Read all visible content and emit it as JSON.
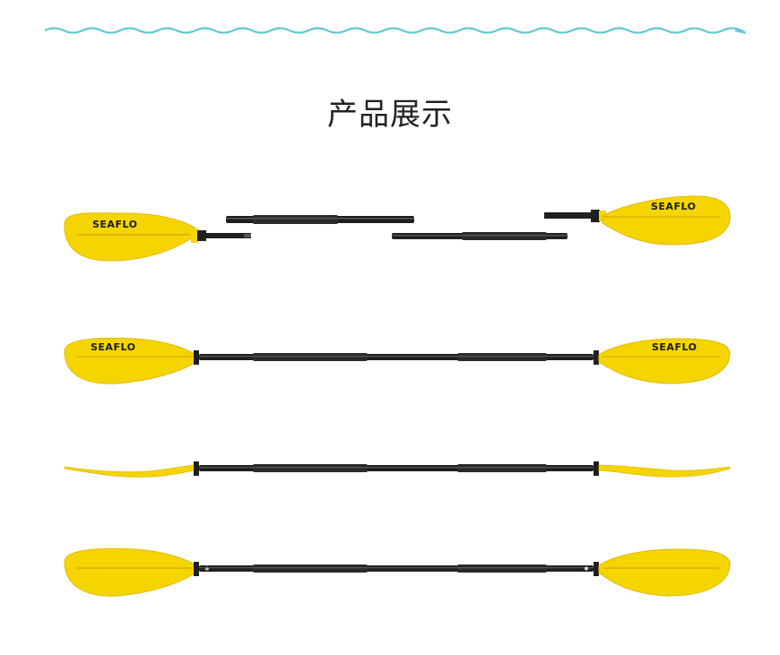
{
  "page": {
    "title": "产品展示"
  },
  "brand": {
    "logo_text": "SEAFLO"
  },
  "colors": {
    "wave": "#62c9d6",
    "blade": "#f5d500",
    "blade_dark": "#e3b800",
    "shaft": "#1f1f1f",
    "shaft_highlight": "#555555"
  },
  "views": [
    {
      "name": "disassembled"
    },
    {
      "name": "assembled-front"
    },
    {
      "name": "assembled-side"
    },
    {
      "name": "assembled-back"
    }
  ]
}
